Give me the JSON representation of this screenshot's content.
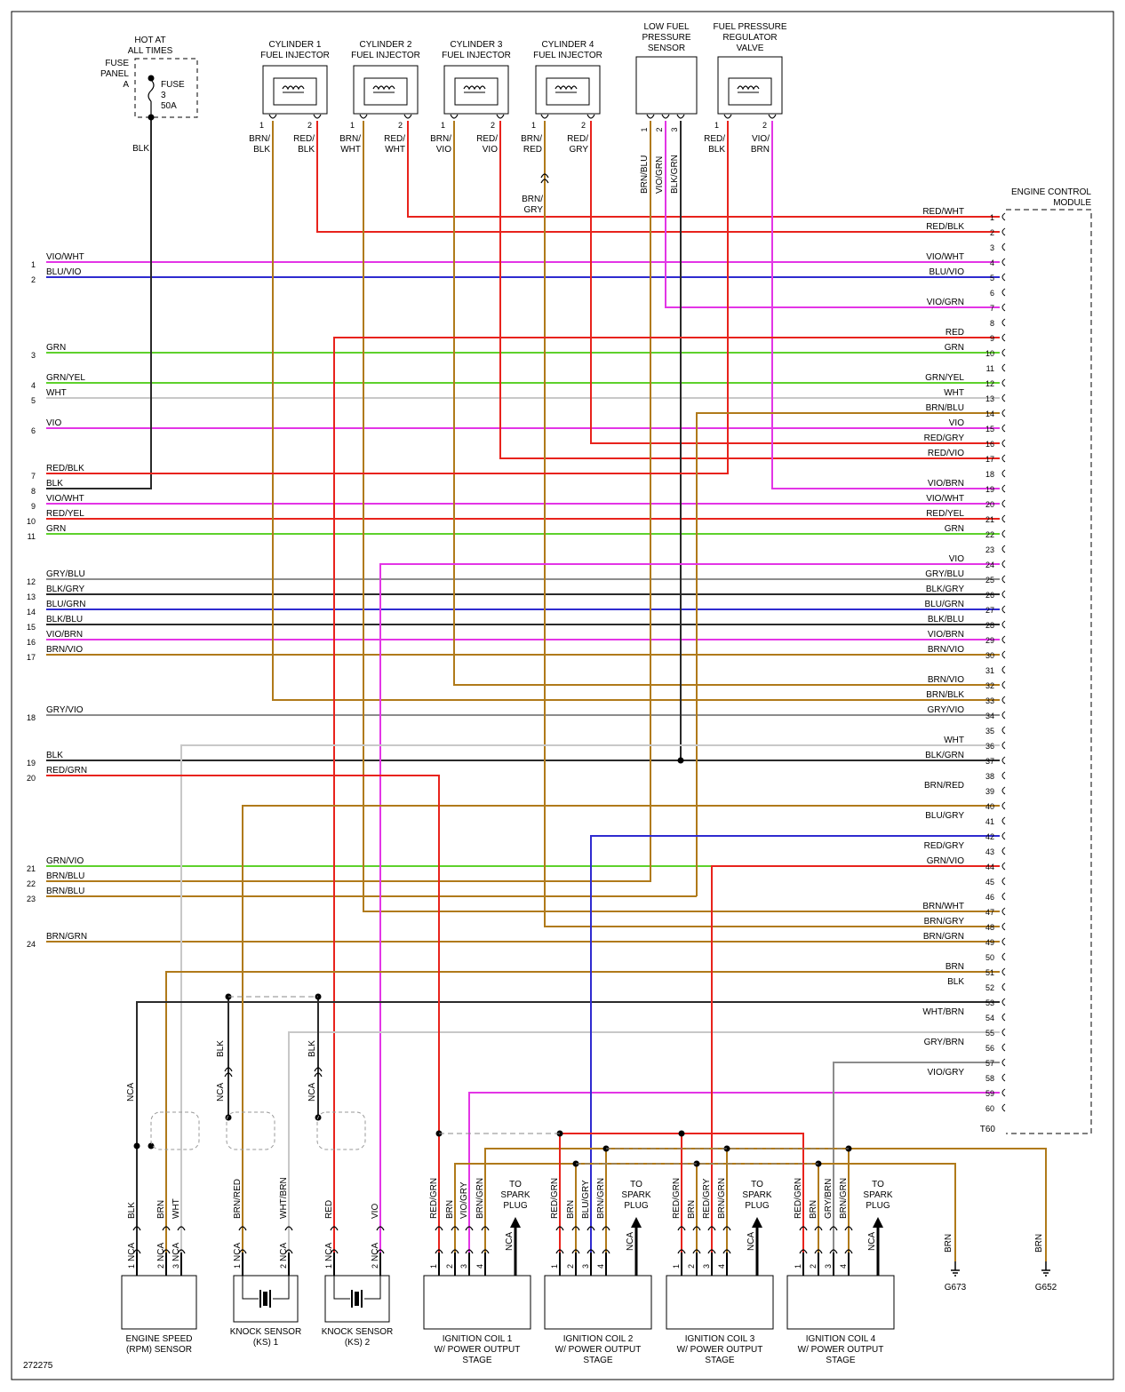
{
  "fuse": {
    "title_lines": [
      "HOT AT",
      "ALL TIMES"
    ],
    "panel_lines": [
      "FUSE",
      "PANEL",
      "A"
    ],
    "label_lines": [
      "FUSE",
      "3",
      "50A"
    ],
    "wire": "BLK"
  },
  "top_components": [
    {
      "lines": [
        "CYLINDER 1",
        "FUEL INJECTOR"
      ],
      "pins": [
        "1",
        "2"
      ],
      "wires": [
        [
          "BRN/",
          "BLK"
        ],
        [
          "RED/",
          "BLK"
        ]
      ]
    },
    {
      "lines": [
        "CYLINDER 2",
        "FUEL INJECTOR"
      ],
      "pins": [
        "1",
        "2"
      ],
      "wires": [
        [
          "BRN/",
          "WHT"
        ],
        [
          "RED/",
          "WHT"
        ]
      ]
    },
    {
      "lines": [
        "CYLINDER 3",
        "FUEL INJECTOR"
      ],
      "pins": [
        "1",
        "2"
      ],
      "wires": [
        [
          "BRN/",
          "VIO"
        ],
        [
          "RED/",
          "VIO"
        ]
      ]
    },
    {
      "lines": [
        "CYLINDER 4",
        "FUEL INJECTOR"
      ],
      "pins": [
        "1",
        "2"
      ],
      "wires": [
        [
          "BRN/",
          "RED"
        ],
        [
          "RED/",
          "GRY"
        ]
      ]
    },
    {
      "lines": [
        "LOW FUEL",
        "PRESSURE",
        "SENSOR"
      ],
      "pins": [
        "1",
        "2",
        "3"
      ],
      "wires": [
        [
          "BRN/BLU"
        ],
        [
          "VIO/GRN"
        ],
        [
          "BLK/GRN"
        ]
      ]
    },
    {
      "lines": [
        "FUEL PRESSURE",
        "REGULATOR",
        "VALVE"
      ],
      "pins": [
        "1",
        "2"
      ],
      "wires": [
        [
          "RED/",
          "BLK"
        ],
        [
          "VIO/",
          "BRN"
        ]
      ]
    }
  ],
  "cyl4_extension": {
    "lines": [
      "BRN/",
      "GRY"
    ]
  },
  "ecm": {
    "title_lines": [
      "ENGINE CONTROL",
      "MODULE"
    ],
    "connector": "T60",
    "pins": [
      {
        "n": "1",
        "w": "RED/WHT"
      },
      {
        "n": "2",
        "w": "RED/BLK"
      },
      {
        "n": "3",
        "w": ""
      },
      {
        "n": "4",
        "w": "VIO/WHT"
      },
      {
        "n": "5",
        "w": "BLU/VIO"
      },
      {
        "n": "6",
        "w": ""
      },
      {
        "n": "7",
        "w": "VIO/GRN"
      },
      {
        "n": "8",
        "w": ""
      },
      {
        "n": "9",
        "w": "RED"
      },
      {
        "n": "10",
        "w": "GRN"
      },
      {
        "n": "11",
        "w": ""
      },
      {
        "n": "12",
        "w": "GRN/YEL"
      },
      {
        "n": "13",
        "w": "WHT"
      },
      {
        "n": "14",
        "w": "BRN/BLU"
      },
      {
        "n": "15",
        "w": "VIO"
      },
      {
        "n": "16",
        "w": "RED/GRY"
      },
      {
        "n": "17",
        "w": "RED/VIO"
      },
      {
        "n": "18",
        "w": ""
      },
      {
        "n": "19",
        "w": "VIO/BRN"
      },
      {
        "n": "20",
        "w": "VIO/WHT"
      },
      {
        "n": "21",
        "w": "RED/YEL"
      },
      {
        "n": "22",
        "w": "GRN"
      },
      {
        "n": "23",
        "w": ""
      },
      {
        "n": "24",
        "w": "VIO"
      },
      {
        "n": "25",
        "w": "GRY/BLU"
      },
      {
        "n": "26",
        "w": "BLK/GRY"
      },
      {
        "n": "27",
        "w": "BLU/GRN"
      },
      {
        "n": "28",
        "w": "BLK/BLU"
      },
      {
        "n": "29",
        "w": "VIO/BRN"
      },
      {
        "n": "30",
        "w": "BRN/VIO"
      },
      {
        "n": "31",
        "w": ""
      },
      {
        "n": "32",
        "w": "BRN/VIO"
      },
      {
        "n": "33",
        "w": "BRN/BLK"
      },
      {
        "n": "34",
        "w": "GRY/VIO"
      },
      {
        "n": "35",
        "w": ""
      },
      {
        "n": "36",
        "w": "WHT"
      },
      {
        "n": "37",
        "w": "BLK/GRN"
      },
      {
        "n": "38",
        "w": ""
      },
      {
        "n": "39",
        "w": "BRN/RED"
      },
      {
        "n": "40",
        "w": ""
      },
      {
        "n": "41",
        "w": "BLU/GRY"
      },
      {
        "n": "42",
        "w": ""
      },
      {
        "n": "43",
        "w": "RED/GRY"
      },
      {
        "n": "44",
        "w": "GRN/VIO"
      },
      {
        "n": "45",
        "w": ""
      },
      {
        "n": "46",
        "w": ""
      },
      {
        "n": "47",
        "w": "BRN/WHT"
      },
      {
        "n": "48",
        "w": "BRN/GRY"
      },
      {
        "n": "49",
        "w": "BRN/GRN"
      },
      {
        "n": "50",
        "w": ""
      },
      {
        "n": "51",
        "w": "BRN"
      },
      {
        "n": "52",
        "w": "BLK"
      },
      {
        "n": "53",
        "w": ""
      },
      {
        "n": "54",
        "w": "WHT/BRN"
      },
      {
        "n": "55",
        "w": ""
      },
      {
        "n": "56",
        "w": "GRY/BRN"
      },
      {
        "n": "57",
        "w": ""
      },
      {
        "n": "58",
        "w": "VIO/GRY"
      },
      {
        "n": "59",
        "w": ""
      },
      {
        "n": "60",
        "w": ""
      }
    ]
  },
  "left_lines": [
    {
      "n": "1",
      "w": "VIO/WHT",
      "pin": 4
    },
    {
      "n": "2",
      "w": "BLU/VIO",
      "pin": 5
    },
    {
      "n": "3",
      "w": "GRN",
      "pin": 10
    },
    {
      "n": "4",
      "w": "GRN/YEL",
      "pin": 12
    },
    {
      "n": "5",
      "w": "WHT",
      "pin": 13
    },
    {
      "n": "6",
      "w": "VIO",
      "pin": 15
    },
    {
      "n": "7",
      "w": "RED/BLK",
      "pin": 18
    },
    {
      "n": "8",
      "w": "BLK",
      "pin": 19
    },
    {
      "n": "9",
      "w": "VIO/WHT",
      "pin": 20
    },
    {
      "n": "10",
      "w": "RED/YEL",
      "pin": 21
    },
    {
      "n": "11",
      "w": "GRN",
      "pin": 22
    },
    {
      "n": "12",
      "w": "GRY/BLU",
      "pin": 25
    },
    {
      "n": "13",
      "w": "BLK/GRY",
      "pin": 26
    },
    {
      "n": "14",
      "w": "BLU/GRN",
      "pin": 27
    },
    {
      "n": "15",
      "w": "BLK/BLU",
      "pin": 28
    },
    {
      "n": "16",
      "w": "VIO/BRN",
      "pin": 29
    },
    {
      "n": "17",
      "w": "BRN/VIO",
      "pin": 30
    },
    {
      "n": "18",
      "w": "GRY/VIO",
      "pin": 34
    },
    {
      "n": "19",
      "w": "BLK",
      "pin": 37
    },
    {
      "n": "20",
      "w": "RED/GRN",
      "pin": 38
    },
    {
      "n": "21",
      "w": "GRN/VIO",
      "pin": 44
    },
    {
      "n": "22",
      "w": "BRN/BLU",
      "pin": 45
    },
    {
      "n": "23",
      "w": "BRN/BLU",
      "pin": 46
    },
    {
      "n": "24",
      "w": "BRN/GRN",
      "pin": 49
    }
  ],
  "bottom_components": [
    {
      "lines": [
        "ENGINE SPEED",
        "(RPM) SENSOR"
      ],
      "pins": [
        "1",
        "2",
        "3"
      ],
      "wires": [
        "BLK",
        "BRN",
        "WHT"
      ],
      "nca": [
        "NCA",
        "NCA",
        "NCA"
      ]
    },
    {
      "lines": [
        "KNOCK SENSOR",
        "(KS) 1"
      ],
      "pins": [
        "1",
        "2"
      ],
      "wires": [
        "BRN/RED",
        "WHT/BRN"
      ],
      "nca": [
        "NCA",
        "NCA"
      ]
    },
    {
      "lines": [
        "KNOCK SENSOR",
        "(KS) 2"
      ],
      "pins": [
        "1",
        "2"
      ],
      "wires": [
        "RED",
        "VIO"
      ],
      "nca": [
        "NCA",
        "NCA"
      ]
    },
    {
      "lines": [
        "IGNITION COIL 1",
        "W/ POWER OUTPUT",
        "STAGE"
      ],
      "pins": [
        "1",
        "2",
        "3",
        "4"
      ],
      "wires": [
        "RED/GRN",
        "BRN",
        "VIO/GRY",
        "BRN/GRN"
      ],
      "nca": [
        "NCA"
      ]
    },
    {
      "lines": [
        "IGNITION COIL 2",
        "W/ POWER OUTPUT",
        "STAGE"
      ],
      "pins": [
        "1",
        "2",
        "3",
        "4"
      ],
      "wires": [
        "RED/GRN",
        "BRN",
        "BLU/GRY",
        "BRN/GRN"
      ],
      "nca": [
        "NCA"
      ]
    },
    {
      "lines": [
        "IGNITION COIL 3",
        "W/ POWER OUTPUT",
        "STAGE"
      ],
      "pins": [
        "1",
        "2",
        "3",
        "4"
      ],
      "wires": [
        "RED/GRN",
        "BRN",
        "RED/GRY",
        "BRN/GRN"
      ],
      "nca": [
        "NCA"
      ]
    },
    {
      "lines": [
        "IGNITION COIL 4",
        "W/ POWER OUTPUT",
        "STAGE"
      ],
      "pins": [
        "1",
        "2",
        "3",
        "4"
      ],
      "wires": [
        "RED/GRN",
        "BRN",
        "GRY/BRN",
        "BRN/GRN"
      ],
      "nca": [
        "NCA"
      ]
    }
  ],
  "spark_label_lines": [
    "TO",
    "SPARK",
    "PLUG"
  ],
  "shield_labels": [
    "NCA",
    "BLK",
    "NCA",
    "BLK",
    "NCA"
  ],
  "grounds": [
    {
      "wire": "BRN",
      "name": "G673"
    },
    {
      "wire": "BRN",
      "name": "G652"
    }
  ],
  "figure_id": "272275",
  "colors": {
    "RED": "#e8231c",
    "GRN": "#5ed12c",
    "VIO": "#e335e6",
    "BLU": "#2f2bd0",
    "WHT": "#c8c8c8",
    "BLK": "#2a2a2a",
    "BRN": "#b07a1a",
    "GRY": "#8c8c8c",
    "YEL": "#d8cf1d",
    "ORN": "#e06d1b"
  }
}
